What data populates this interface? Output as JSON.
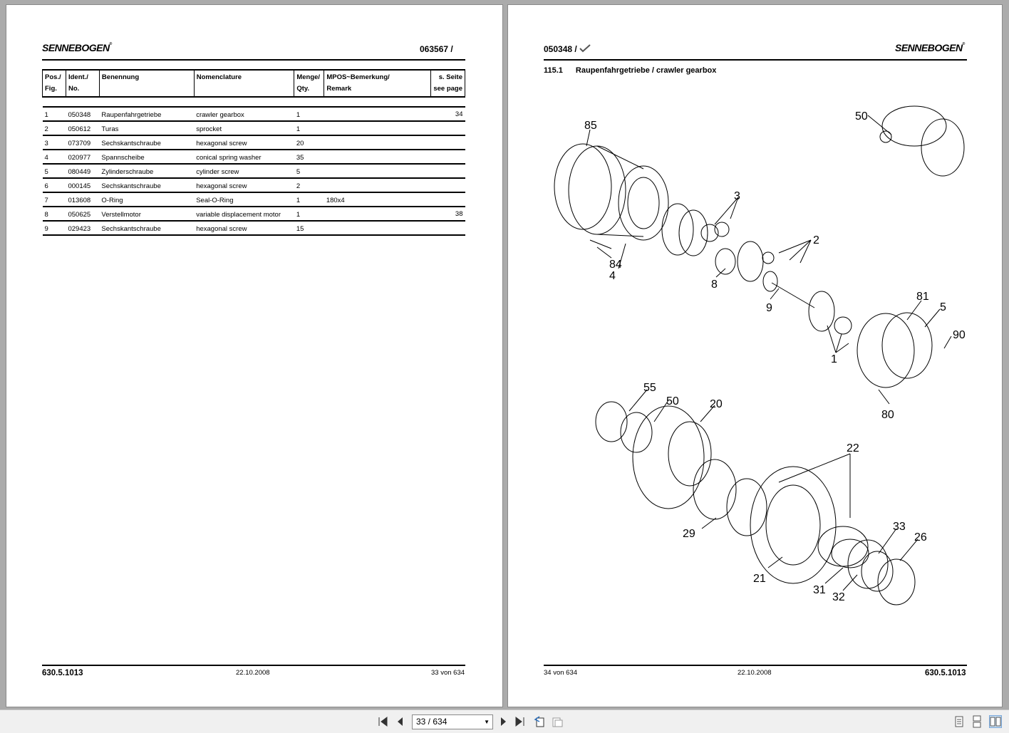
{
  "left_page": {
    "logo": "SENNEBOGEN",
    "doc_number": "063567 /",
    "table": {
      "headers": [
        {
          "line1": "Pos./",
          "line2": "Fig."
        },
        {
          "line1": "Ident./",
          "line2": "No."
        },
        {
          "line1": "Benennung",
          "line2": ""
        },
        {
          "line1": "Nomenclature",
          "line2": ""
        },
        {
          "line1": "Menge/",
          "line2": "Qty."
        },
        {
          "line1": "MPOS~Bemerkung/",
          "line2": "Remark"
        },
        {
          "line1": "s. Seite",
          "line2": "see page"
        }
      ],
      "rows": [
        {
          "pos": "1",
          "ident": "050348",
          "benennung": "Raupenfahrgetriebe",
          "nomenclature": "crawler gearbox",
          "qty": "1",
          "remark": "",
          "page": "34"
        },
        {
          "pos": "2",
          "ident": "050612",
          "benennung": "Turas",
          "nomenclature": "sprocket",
          "qty": "1",
          "remark": "",
          "page": ""
        },
        {
          "pos": "3",
          "ident": "073709",
          "benennung": "Sechskantschraube",
          "nomenclature": "hexagonal screw",
          "qty": "20",
          "remark": "",
          "page": ""
        },
        {
          "pos": "4",
          "ident": "020977",
          "benennung": "Spannscheibe",
          "nomenclature": "conical spring washer",
          "qty": "35",
          "remark": "",
          "page": ""
        },
        {
          "pos": "5",
          "ident": "080449",
          "benennung": "Zylinderschraube",
          "nomenclature": "cylinder screw",
          "qty": "5",
          "remark": "",
          "page": ""
        },
        {
          "pos": "6",
          "ident": "000145",
          "benennung": "Sechskantschraube",
          "nomenclature": "hexagonal screw",
          "qty": "2",
          "remark": "",
          "page": ""
        },
        {
          "pos": "7",
          "ident": "013608",
          "benennung": "O-Ring",
          "nomenclature": "Seal-O-Ring",
          "qty": "1",
          "remark": "180x4",
          "page": ""
        },
        {
          "pos": "8",
          "ident": "050625",
          "benennung": "Verstellmotor",
          "nomenclature": "variable displacement motor",
          "qty": "1",
          "remark": "",
          "page": "38"
        },
        {
          "pos": "9",
          "ident": "029423",
          "benennung": "Sechskantschraube",
          "nomenclature": "hexagonal screw",
          "qty": "15",
          "remark": "",
          "page": ""
        }
      ]
    },
    "footer": {
      "doc": "630.5.1013",
      "date": "22.10.2008",
      "page": "33 von 634"
    }
  },
  "right_page": {
    "logo": "SENNEBOGEN",
    "doc_number": "050348 /",
    "section_number": "115.1",
    "section_title": "Raupenfahrgetriebe / crawler gearbox",
    "callouts": [
      "85",
      "50",
      "3",
      "2",
      "84",
      "4",
      "8",
      "9",
      "81",
      "5",
      "90",
      "1",
      "80",
      "55",
      "50",
      "20",
      "22",
      "29",
      "33",
      "26",
      "21",
      "31",
      "32"
    ],
    "footer": {
      "page": "34 von 634",
      "date": "22.10.2008",
      "doc": "630.5.1013"
    }
  },
  "toolbar": {
    "page_indicator": "33 / 634",
    "icons": [
      "first-page-icon",
      "previous-page-icon",
      "next-page-icon",
      "last-page-icon",
      "previous-view-icon",
      "next-view-icon",
      "single-page-icon",
      "continuous-icon",
      "facing-pages-icon"
    ]
  }
}
